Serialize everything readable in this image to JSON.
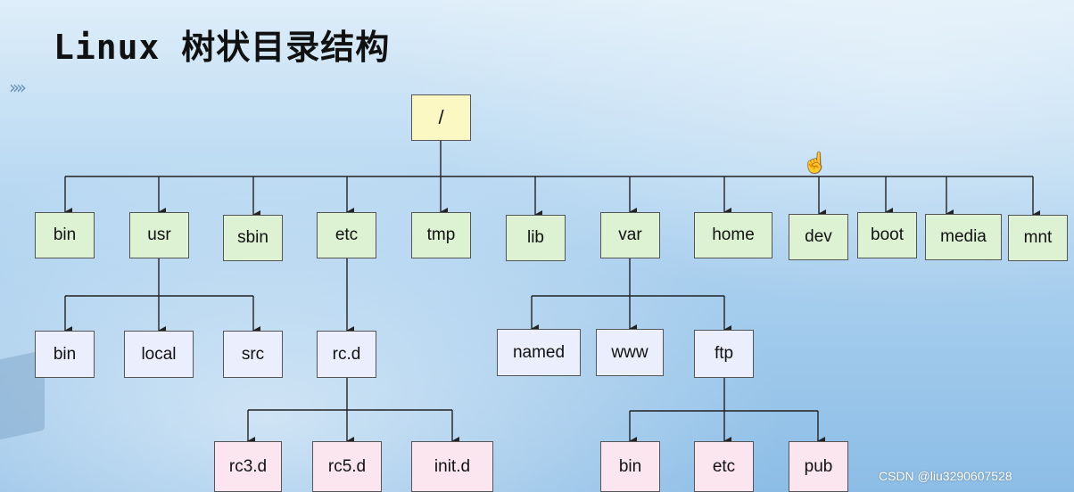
{
  "title": "Linux 树状目录结构",
  "watermark": "CSDN @liu3290607528",
  "cursor_icon": "hand-cursor-icon",
  "tree": {
    "root": "/",
    "level1": [
      "bin",
      "usr",
      "sbin",
      "etc",
      "tmp",
      "lib",
      "var",
      "home",
      "dev",
      "boot",
      "media",
      "mnt"
    ],
    "usr_children": [
      "bin",
      "local",
      "src"
    ],
    "etc_children": [
      "rc.d"
    ],
    "var_children": [
      "named",
      "www",
      "ftp"
    ],
    "rcd_children": [
      "rc3.d",
      "rc5.d",
      "init.d"
    ],
    "ftp_children": [
      "bin",
      "etc",
      "pub"
    ]
  },
  "colors": {
    "root_fill": "#fbf8c4",
    "level1_fill": "#dcf2d2",
    "level2_fill": "#ebeefc",
    "level3_fill": "#fbe6f0",
    "line": "#222222"
  }
}
